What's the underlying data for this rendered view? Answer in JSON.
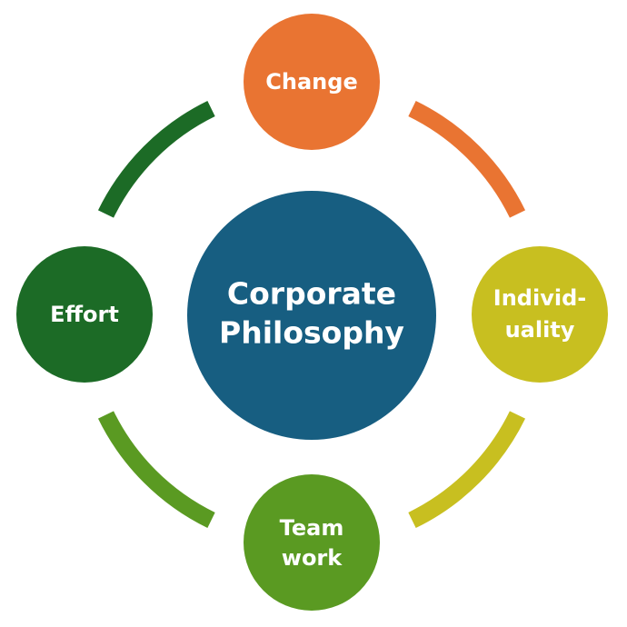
{
  "diagram": {
    "center": {
      "lines": [
        "Corporate",
        "Philosophy"
      ],
      "color": "#175e81"
    },
    "nodes": [
      {
        "id": "change",
        "lines": [
          "Change"
        ],
        "color": "#e97432"
      },
      {
        "id": "individuality",
        "lines": [
          "Individ-",
          "uality"
        ],
        "color": "#c8bf20"
      },
      {
        "id": "teamwork",
        "lines": [
          "Team",
          "work"
        ],
        "color": "#5a9a22"
      },
      {
        "id": "effort",
        "lines": [
          "Effort"
        ],
        "color": "#1c6b26"
      }
    ],
    "arcs": [
      {
        "from": "change",
        "to": "individuality",
        "color": "#e97432"
      },
      {
        "from": "individuality",
        "to": "teamwork",
        "color": "#c8bf20"
      },
      {
        "from": "teamwork",
        "to": "effort",
        "color": "#5a9a22"
      },
      {
        "from": "effort",
        "to": "change",
        "color": "#1c6b26"
      }
    ]
  }
}
